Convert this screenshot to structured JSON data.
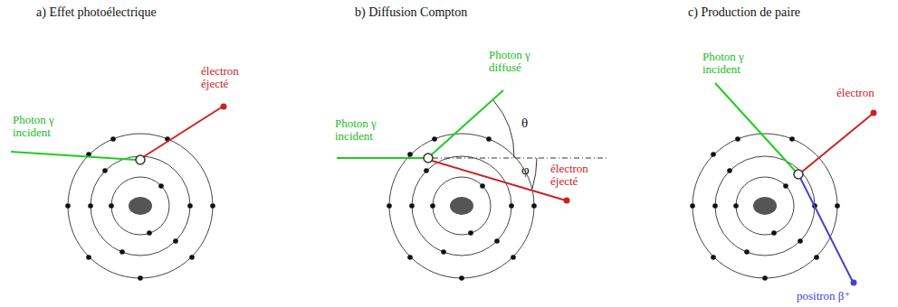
{
  "diagram": {
    "labels": [
      "a) Effet photoélectrique",
      "Photon γ incident",
      "électron éjecté",
      "b) Diffusion Compton",
      "Photon γ incident",
      "Photon γ diffusé",
      "θ",
      "φ",
      "électron éjecté",
      "c) Production de paire",
      "Photon γ incident",
      "électron",
      "positron β⁺"
    ]
  }
}
